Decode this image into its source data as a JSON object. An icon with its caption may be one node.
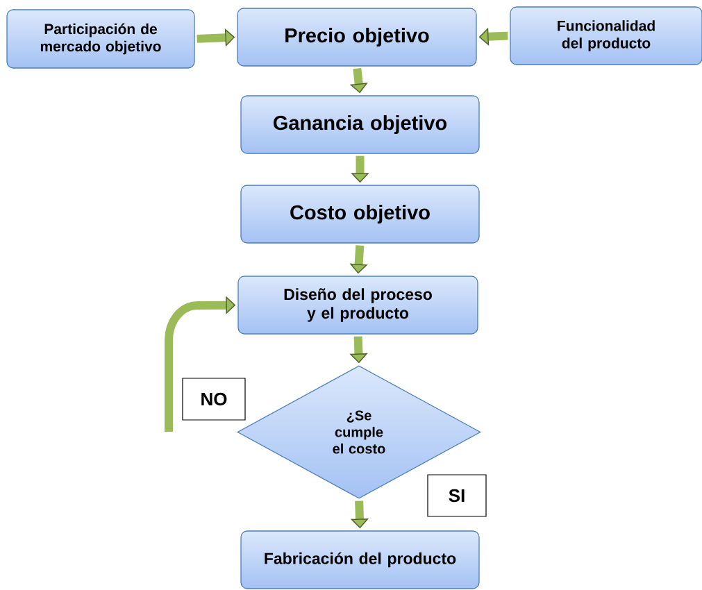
{
  "diagram": {
    "nodes": [
      {
        "text": [
          "Participación de mercado objetivo"
        ]
      },
      {
        "text": [
          "Precio objetivo"
        ]
      },
      {
        "text": [
          "Funcionalidad del producto"
        ]
      },
      {
        "text": [
          "Ganancia objetivo"
        ]
      },
      {
        "text": [
          "Costo objetivo"
        ]
      },
      {
        "text": [
          "Diseño del proceso y el producto"
        ]
      },
      {
        "text": [
          "¿Se cumple el costo"
        ]
      },
      {
        "text": [
          "NO"
        ]
      },
      {
        "text": [
          "SI"
        ]
      },
      {
        "text": [
          "Fabricación del producto"
        ]
      }
    ],
    "edges": [
      {
        "from": 0,
        "to": 1,
        "arrow": "to"
      },
      {
        "from": 2,
        "to": 1,
        "arrow": "to"
      },
      {
        "from": 1,
        "to": 3,
        "arrow": "to"
      },
      {
        "from": 3,
        "to": 4,
        "arrow": "to"
      },
      {
        "from": 4,
        "to": 5,
        "arrow": "to"
      },
      {
        "from": 5,
        "to": 6,
        "arrow": "to"
      },
      {
        "from": 6,
        "to": 9,
        "arrow": "to"
      },
      {
        "from": null,
        "to": 5,
        "arrow": "to"
      }
    ]
  }
}
